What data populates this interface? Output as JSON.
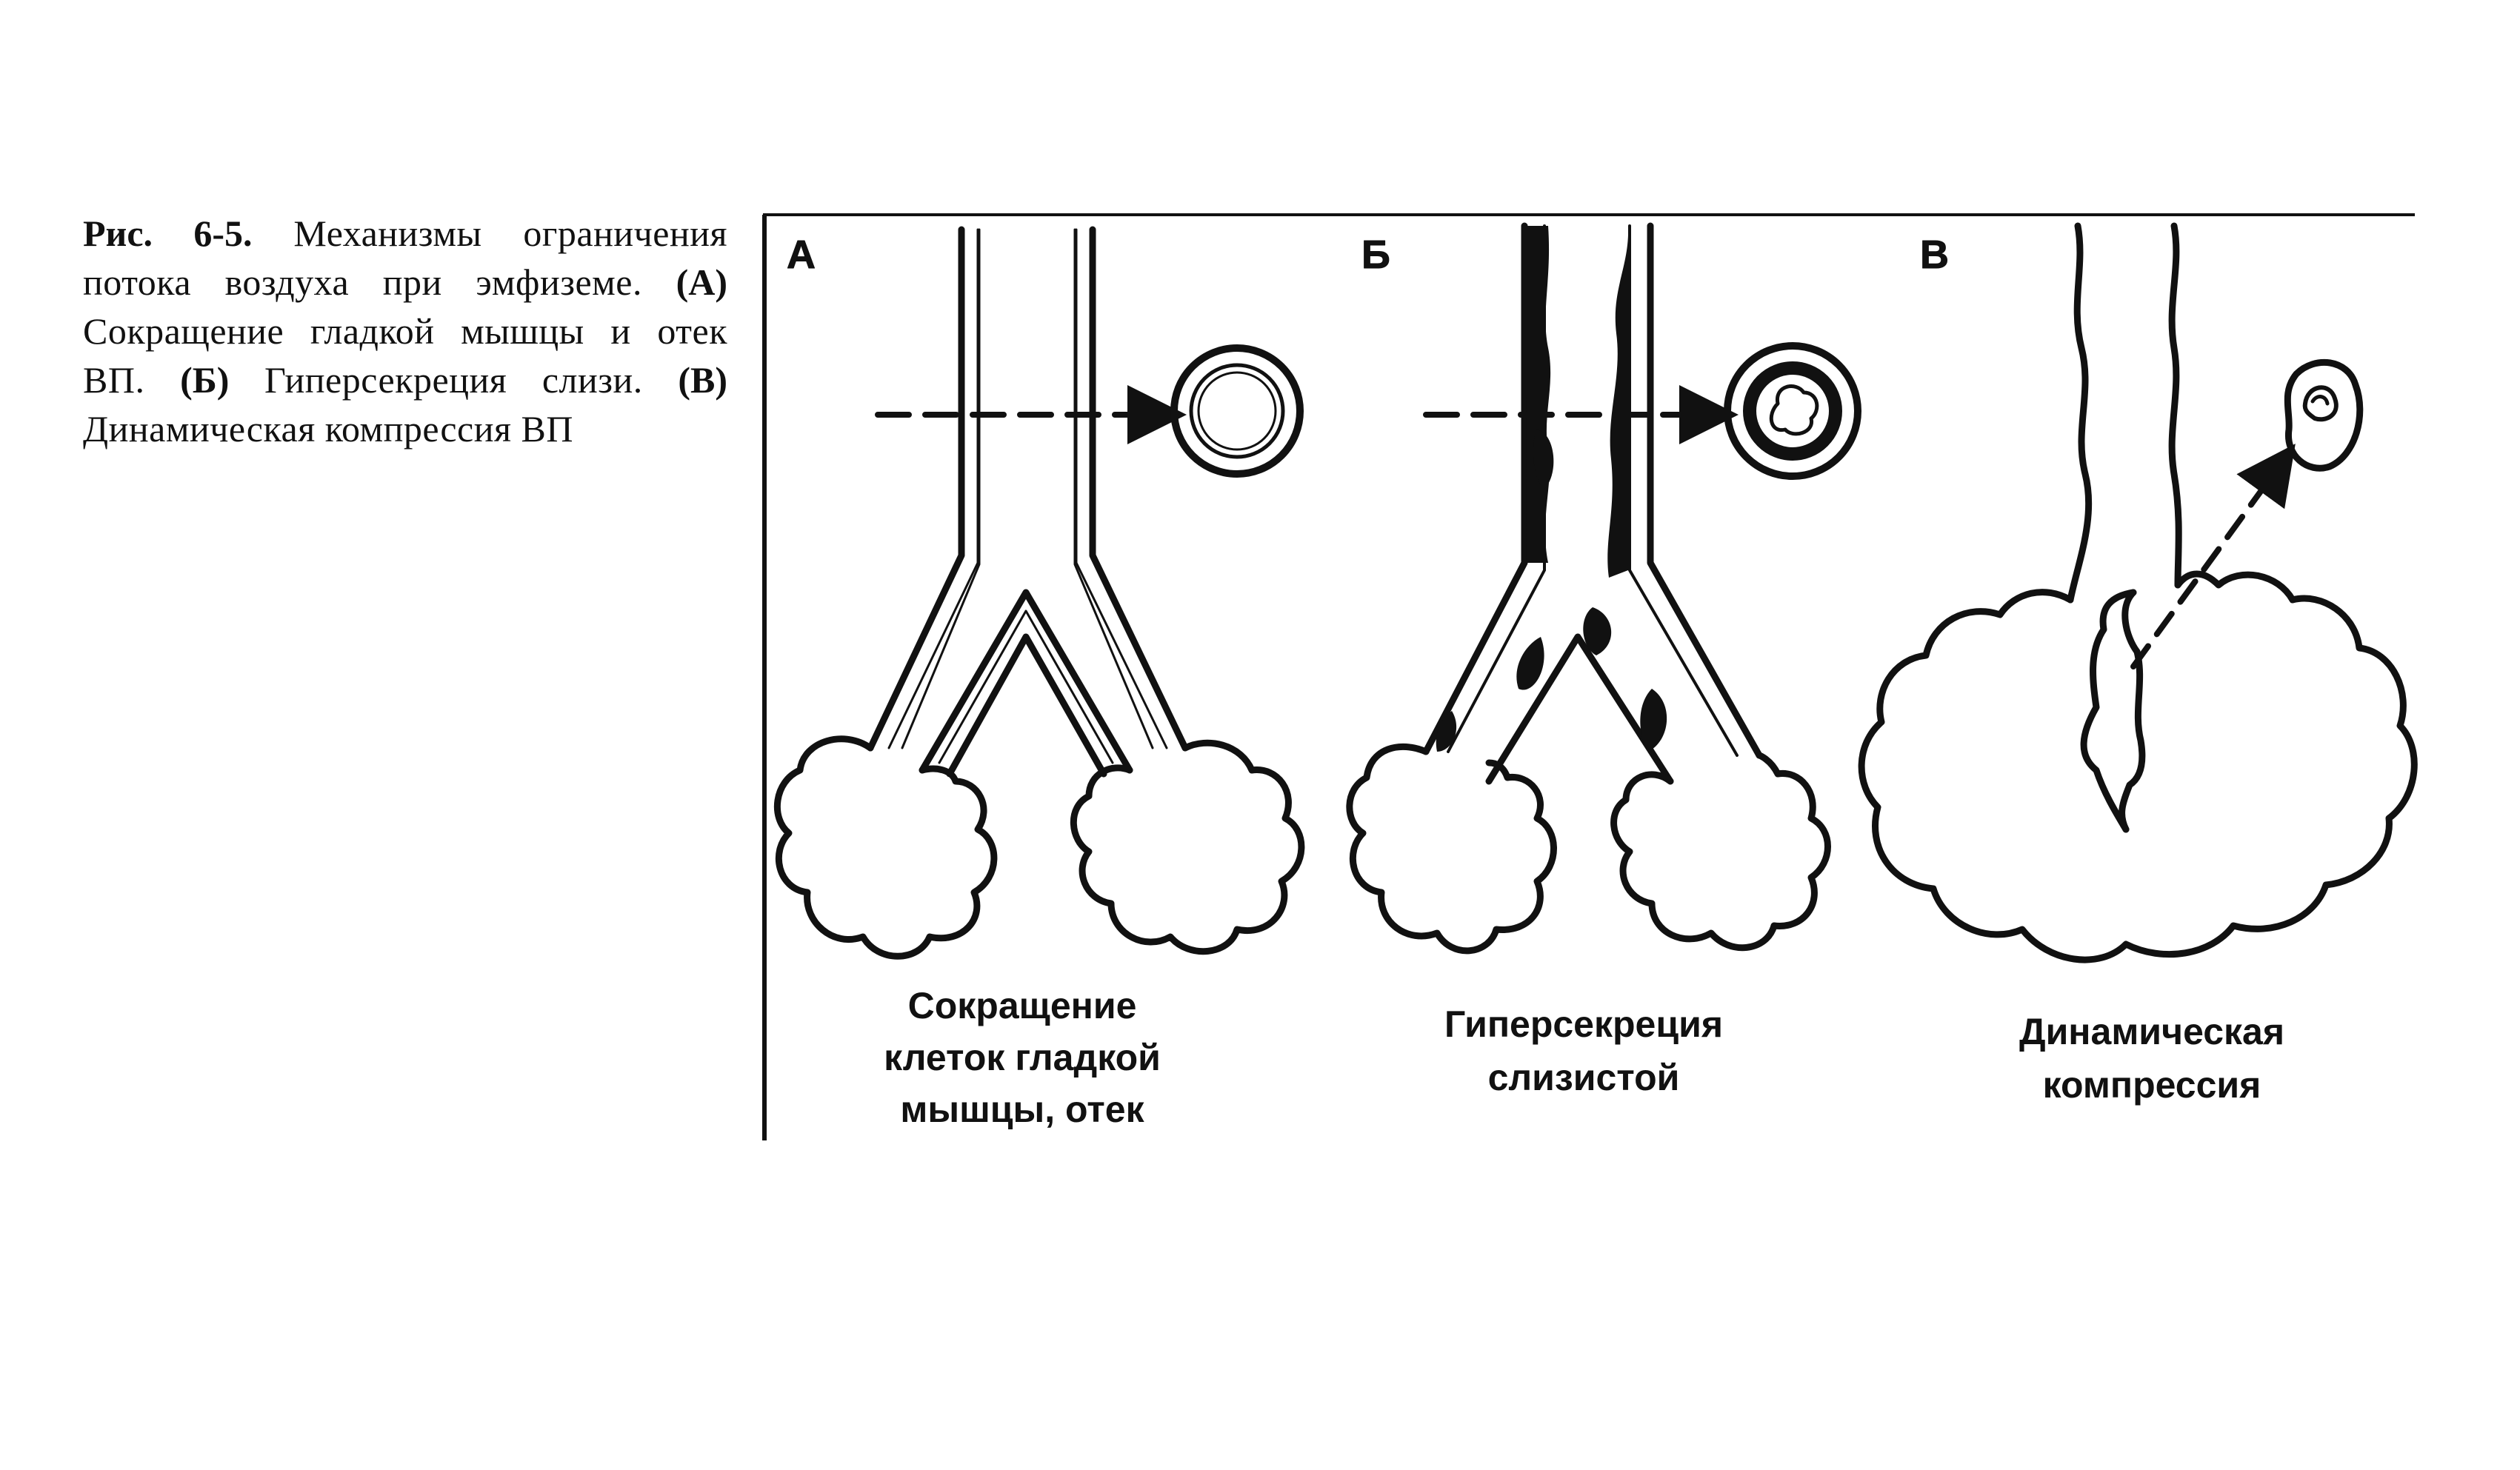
{
  "caption": {
    "lead": "Рис. 6-5.",
    "text1": " Механизмы ограничения потока воздуха при эмфиземе. ",
    "a_marker": "(А)",
    "text2": " Сокращение гладкой мышцы и отек ВП. ",
    "b_marker": "(Б)",
    "text3": " Гиперсекреция слизи. ",
    "c_marker": "(В)",
    "text4": " Динамическая компрессия ВП"
  },
  "panels": [
    {
      "letter": "А",
      "label_lines": [
        "Сокращение",
        "клеток гладкой",
        "мышцы, отек"
      ]
    },
    {
      "letter": "Б",
      "label_lines": [
        "Гиперсекреция",
        "слизистой"
      ]
    },
    {
      "letter": "В",
      "label_lines": [
        "Динамическая",
        "компрессия"
      ]
    }
  ],
  "colors": {
    "ink": "#111111",
    "background": "#ffffff"
  }
}
